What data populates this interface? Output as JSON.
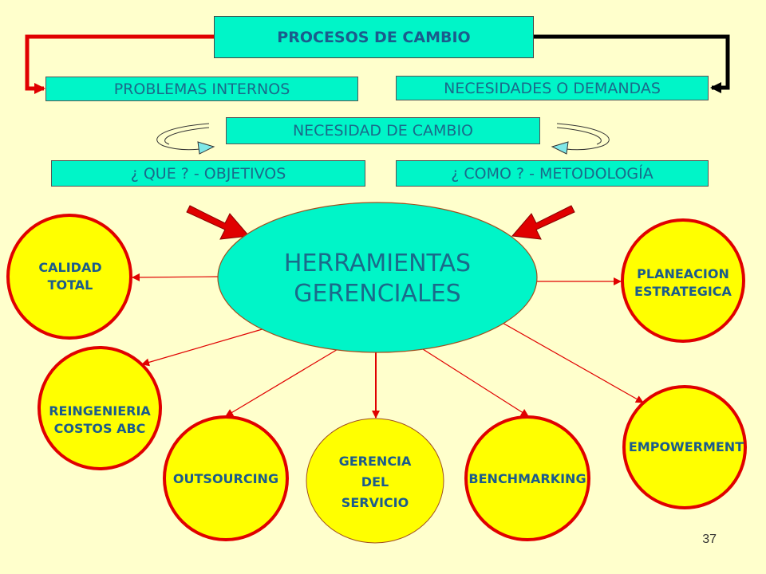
{
  "header": {
    "title": "PROCESOS DE CAMBIO"
  },
  "boxes": {
    "left_source": "PROBLEMAS INTERNOS",
    "right_source": "NECESIDADES O DEMANDAS",
    "center": "NECESIDAD DE CAMBIO",
    "what": "¿ QUE ? - OBJETIVOS",
    "how": "¿ COMO ? - METODOLOGÍA"
  },
  "hub": {
    "line1": "HERRAMIENTAS",
    "line2": "GERENCIALES"
  },
  "tools": [
    {
      "line1": "CALIDAD",
      "line2": "TOTAL"
    },
    {
      "line1": "PLANEACION",
      "line2": "ESTRATEGICA"
    },
    {
      "line1": "REINGENIERIA",
      "line2": "COSTOS ABC"
    },
    {
      "line1": "EMPOWERMENT"
    },
    {
      "line1": "OUTSOURCING"
    },
    {
      "line1": "GERENCIA",
      "line2": "DEL",
      "line3": "SERVICIO"
    },
    {
      "line1": "BENCHMARKING"
    }
  ],
  "colors": {
    "box": "#00f5c8",
    "circle_fill": "#ffff00",
    "circle_border": "#ff0000",
    "arrow": "#ff0000",
    "background": "#ffffcc"
  },
  "page_number": "37"
}
